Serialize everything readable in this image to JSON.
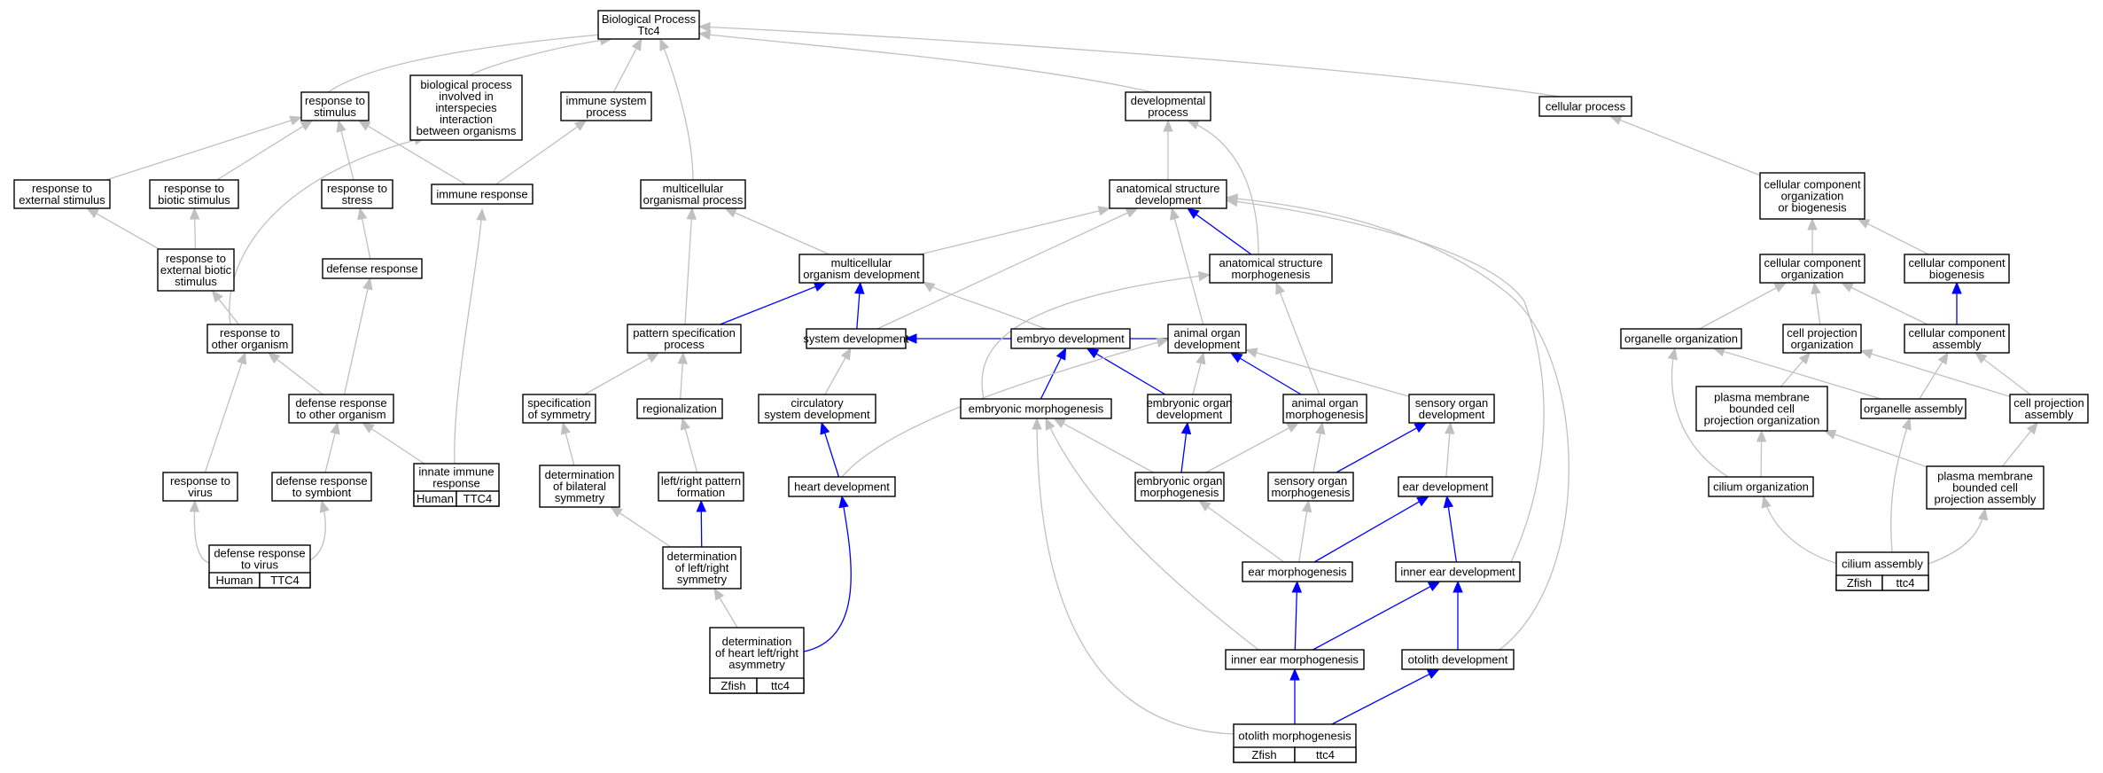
{
  "colors": {
    "background": "#ffffff",
    "node_border": "#000000",
    "edge_gray": "#c0c0c0",
    "edge_blue": "#0000ff",
    "human": "#ff6347",
    "zfish": "#6495ed"
  },
  "nodes": {
    "bp": {
      "lines": [
        "Biological Process",
        "Ttc4"
      ]
    },
    "rts": {
      "lines": [
        "response to",
        "stimulus"
      ]
    },
    "bpi": {
      "lines": [
        "biological process",
        "involved in",
        "interspecies",
        "interaction",
        "between organisms"
      ]
    },
    "isp": {
      "lines": [
        "immune system",
        "process"
      ]
    },
    "devp": {
      "lines": [
        "developmental",
        "process"
      ]
    },
    "cp": {
      "lines": [
        "cellular process"
      ]
    },
    "rtes": {
      "lines": [
        "response to",
        "external stimulus"
      ]
    },
    "rtbs": {
      "lines": [
        "response to",
        "biotic stimulus"
      ]
    },
    "rtst": {
      "lines": [
        "response to",
        "stress"
      ]
    },
    "ir": {
      "lines": [
        "immune response"
      ]
    },
    "mop": {
      "lines": [
        "multicellular",
        "organismal process"
      ]
    },
    "asd": {
      "lines": [
        "anatomical structure",
        "development"
      ]
    },
    "ccob": {
      "lines": [
        "cellular component",
        "organization",
        "or biogenesis"
      ]
    },
    "rtebs": {
      "lines": [
        "response to",
        "external biotic",
        "stimulus"
      ]
    },
    "dr": {
      "lines": [
        "defense response"
      ]
    },
    "mod": {
      "lines": [
        "multicellular",
        "organism development"
      ]
    },
    "asm": {
      "lines": [
        "anatomical structure",
        "morphogenesis"
      ]
    },
    "cco": {
      "lines": [
        "cellular component",
        "organization"
      ]
    },
    "ccb": {
      "lines": [
        "cellular component",
        "biogenesis"
      ]
    },
    "rto": {
      "lines": [
        "response to",
        "other organism"
      ]
    },
    "psp": {
      "lines": [
        "pattern specification",
        "process"
      ]
    },
    "sd": {
      "lines": [
        "system development"
      ]
    },
    "ed": {
      "lines": [
        "embryo development"
      ]
    },
    "aod": {
      "lines": [
        "animal organ",
        "development"
      ]
    },
    "oo": {
      "lines": [
        "organelle organization"
      ]
    },
    "cpo": {
      "lines": [
        "cell projection",
        "organization"
      ]
    },
    "cca": {
      "lines": [
        "cellular component",
        "assembly"
      ]
    },
    "sos": {
      "lines": [
        "specification",
        "of symmetry"
      ]
    },
    "reg": {
      "lines": [
        "regionalization"
      ]
    },
    "csd": {
      "lines": [
        "circulatory",
        "system development"
      ]
    },
    "drto": {
      "lines": [
        "defense response",
        "to other organism"
      ]
    },
    "em": {
      "lines": [
        "embryonic morphogenesis"
      ]
    },
    "eod": {
      "lines": [
        "embryonic organ",
        "development"
      ]
    },
    "aom": {
      "lines": [
        "animal organ",
        "morphogenesis"
      ]
    },
    "sod": {
      "lines": [
        "sensory organ",
        "development"
      ]
    },
    "pmbcpo": {
      "lines": [
        "plasma membrane",
        "bounded cell",
        "projection organization"
      ]
    },
    "oa": {
      "lines": [
        "organelle assembly"
      ]
    },
    "cpa": {
      "lines": [
        "cell projection",
        "assembly"
      ]
    },
    "iir": {
      "lines": [
        "innate immune",
        "response"
      ],
      "table": [
        "Human",
        "TTC4"
      ],
      "species": "human"
    },
    "rtv": {
      "lines": [
        "response to",
        "virus"
      ]
    },
    "drts": {
      "lines": [
        "defense response",
        "to symbiont"
      ]
    },
    "dobs": {
      "lines": [
        "determination",
        "of bilateral",
        "symmetry"
      ]
    },
    "lrpf": {
      "lines": [
        "left/right pattern",
        "formation"
      ]
    },
    "hd": {
      "lines": [
        "heart development"
      ]
    },
    "eom": {
      "lines": [
        "embryonic organ",
        "morphogenesis"
      ]
    },
    "som": {
      "lines": [
        "sensory organ",
        "morphogenesis"
      ]
    },
    "ead": {
      "lines": [
        "ear development"
      ]
    },
    "co": {
      "lines": [
        "cilium organization"
      ]
    },
    "pmbcpa": {
      "lines": [
        "plasma membrane",
        "bounded cell",
        "projection assembly"
      ]
    },
    "drtv": {
      "lines": [
        "defense response",
        "to virus"
      ],
      "table": [
        "Human",
        "TTC4"
      ],
      "species": "human"
    },
    "dolr": {
      "lines": [
        "determination",
        "of left/right",
        "symmetry"
      ]
    },
    "eam": {
      "lines": [
        "ear morphogenesis"
      ]
    },
    "ied": {
      "lines": [
        "inner ear development"
      ]
    },
    "ca": {
      "lines": [
        "cilium assembly"
      ],
      "table": [
        "Zfish",
        "ttc4"
      ],
      "species": "zfish"
    },
    "dohl": {
      "lines": [
        "determination",
        "of heart left/right",
        "asymmetry"
      ],
      "table": [
        "Zfish",
        "ttc4"
      ],
      "species": "zfish"
    },
    "iem": {
      "lines": [
        "inner ear morphogenesis"
      ]
    },
    "od": {
      "lines": [
        "otolith development"
      ]
    },
    "om": {
      "lines": [
        "otolith morphogenesis"
      ],
      "table": [
        "Zfish",
        "ttc4"
      ],
      "species": "zfish"
    }
  },
  "edges": [
    {
      "from": "rts",
      "to": "bp",
      "kind": "is_a"
    },
    {
      "from": "bpi",
      "to": "bp",
      "kind": "is_a"
    },
    {
      "from": "isp",
      "to": "bp",
      "kind": "is_a"
    },
    {
      "from": "mop",
      "to": "bp",
      "kind": "is_a"
    },
    {
      "from": "devp",
      "to": "bp",
      "kind": "is_a"
    },
    {
      "from": "cp",
      "to": "bp",
      "kind": "is_a"
    },
    {
      "from": "rtes",
      "to": "rts",
      "kind": "is_a"
    },
    {
      "from": "rtbs",
      "to": "rts",
      "kind": "is_a"
    },
    {
      "from": "rtst",
      "to": "rts",
      "kind": "is_a"
    },
    {
      "from": "ir",
      "to": "rts",
      "kind": "is_a"
    },
    {
      "from": "ir",
      "to": "isp",
      "kind": "is_a"
    },
    {
      "from": "rtebs",
      "to": "rtes",
      "kind": "is_a"
    },
    {
      "from": "rtebs",
      "to": "rtbs",
      "kind": "is_a"
    },
    {
      "from": "rto",
      "to": "rtebs",
      "kind": "is_a"
    },
    {
      "from": "rto",
      "to": "bpi",
      "kind": "is_a"
    },
    {
      "from": "dr",
      "to": "rtst",
      "kind": "is_a"
    },
    {
      "from": "drto",
      "to": "rto",
      "kind": "is_a"
    },
    {
      "from": "drto",
      "to": "dr",
      "kind": "is_a"
    },
    {
      "from": "iir",
      "to": "ir",
      "kind": "is_a"
    },
    {
      "from": "iir",
      "to": "drto",
      "kind": "is_a"
    },
    {
      "from": "rtv",
      "to": "rto",
      "kind": "is_a"
    },
    {
      "from": "drts",
      "to": "drto",
      "kind": "is_a"
    },
    {
      "from": "drtv",
      "to": "rtv",
      "kind": "is_a"
    },
    {
      "from": "drtv",
      "to": "drts",
      "kind": "is_a"
    },
    {
      "from": "asd",
      "to": "devp",
      "kind": "is_a"
    },
    {
      "from": "mod",
      "to": "mop",
      "kind": "is_a"
    },
    {
      "from": "mod",
      "to": "asd",
      "kind": "is_a"
    },
    {
      "from": "asm",
      "to": "devp",
      "kind": "is_a"
    },
    {
      "from": "asm",
      "to": "asd",
      "kind": "part_of"
    },
    {
      "from": "psp",
      "to": "mop",
      "kind": "is_a"
    },
    {
      "from": "psp",
      "to": "mod",
      "kind": "part_of"
    },
    {
      "from": "sd",
      "to": "mod",
      "kind": "part_of"
    },
    {
      "from": "sd",
      "to": "asd",
      "kind": "is_a"
    },
    {
      "from": "ed",
      "to": "mod",
      "kind": "is_a"
    },
    {
      "from": "aod",
      "to": "asd",
      "kind": "is_a"
    },
    {
      "from": "aod",
      "to": "sd",
      "kind": "part_of"
    },
    {
      "from": "sos",
      "to": "psp",
      "kind": "is_a"
    },
    {
      "from": "reg",
      "to": "psp",
      "kind": "is_a"
    },
    {
      "from": "csd",
      "to": "sd",
      "kind": "is_a"
    },
    {
      "from": "em",
      "to": "asm",
      "kind": "is_a"
    },
    {
      "from": "em",
      "to": "ed",
      "kind": "part_of"
    },
    {
      "from": "eod",
      "to": "aod",
      "kind": "is_a"
    },
    {
      "from": "eod",
      "to": "ed",
      "kind": "part_of"
    },
    {
      "from": "aom",
      "to": "asm",
      "kind": "is_a"
    },
    {
      "from": "aom",
      "to": "aod",
      "kind": "part_of"
    },
    {
      "from": "sod",
      "to": "aod",
      "kind": "is_a"
    },
    {
      "from": "dobs",
      "to": "sos",
      "kind": "is_a"
    },
    {
      "from": "lrpf",
      "to": "reg",
      "kind": "is_a"
    },
    {
      "from": "hd",
      "to": "csd",
      "kind": "part_of"
    },
    {
      "from": "hd",
      "to": "aod",
      "kind": "is_a"
    },
    {
      "from": "eom",
      "to": "em",
      "kind": "is_a"
    },
    {
      "from": "eom",
      "to": "eod",
      "kind": "part_of"
    },
    {
      "from": "eom",
      "to": "aom",
      "kind": "is_a"
    },
    {
      "from": "som",
      "to": "aom",
      "kind": "is_a"
    },
    {
      "from": "som",
      "to": "sod",
      "kind": "part_of"
    },
    {
      "from": "ead",
      "to": "sod",
      "kind": "is_a"
    },
    {
      "from": "dolr",
      "to": "dobs",
      "kind": "is_a"
    },
    {
      "from": "dolr",
      "to": "lrpf",
      "kind": "part_of"
    },
    {
      "from": "dohl",
      "to": "dolr",
      "kind": "is_a"
    },
    {
      "from": "dohl",
      "to": "hd",
      "kind": "part_of"
    },
    {
      "from": "eam",
      "to": "eom",
      "kind": "is_a"
    },
    {
      "from": "eam",
      "to": "som",
      "kind": "is_a"
    },
    {
      "from": "eam",
      "to": "ead",
      "kind": "part_of"
    },
    {
      "from": "ied",
      "to": "ead",
      "kind": "part_of"
    },
    {
      "from": "ied",
      "to": "asd",
      "kind": "is_a"
    },
    {
      "from": "iem",
      "to": "eam",
      "kind": "part_of"
    },
    {
      "from": "iem",
      "to": "ied",
      "kind": "part_of"
    },
    {
      "from": "iem",
      "to": "em",
      "kind": "is_a"
    },
    {
      "from": "od",
      "to": "ied",
      "kind": "part_of"
    },
    {
      "from": "od",
      "to": "asd",
      "kind": "is_a"
    },
    {
      "from": "om",
      "to": "iem",
      "kind": "part_of"
    },
    {
      "from": "om",
      "to": "od",
      "kind": "part_of"
    },
    {
      "from": "om",
      "to": "em",
      "kind": "is_a"
    },
    {
      "from": "ccob",
      "to": "cp",
      "kind": "is_a"
    },
    {
      "from": "cco",
      "to": "ccob",
      "kind": "is_a"
    },
    {
      "from": "ccb",
      "to": "ccob",
      "kind": "is_a"
    },
    {
      "from": "oo",
      "to": "cco",
      "kind": "is_a"
    },
    {
      "from": "cpo",
      "to": "cco",
      "kind": "is_a"
    },
    {
      "from": "cca",
      "to": "cco",
      "kind": "is_a"
    },
    {
      "from": "cca",
      "to": "ccb",
      "kind": "part_of"
    },
    {
      "from": "pmbcpo",
      "to": "cpo",
      "kind": "is_a"
    },
    {
      "from": "oa",
      "to": "oo",
      "kind": "is_a"
    },
    {
      "from": "oa",
      "to": "cca",
      "kind": "is_a"
    },
    {
      "from": "cpa",
      "to": "cpo",
      "kind": "is_a"
    },
    {
      "from": "cpa",
      "to": "cca",
      "kind": "is_a"
    },
    {
      "from": "co",
      "to": "oo",
      "kind": "is_a"
    },
    {
      "from": "co",
      "to": "pmbcpo",
      "kind": "is_a"
    },
    {
      "from": "pmbcpa",
      "to": "pmbcpo",
      "kind": "is_a"
    },
    {
      "from": "pmbcpa",
      "to": "cpa",
      "kind": "is_a"
    },
    {
      "from": "ca",
      "to": "co",
      "kind": "is_a"
    },
    {
      "from": "ca",
      "to": "oa",
      "kind": "is_a"
    },
    {
      "from": "ca",
      "to": "pmbcpa",
      "kind": "is_a"
    }
  ]
}
